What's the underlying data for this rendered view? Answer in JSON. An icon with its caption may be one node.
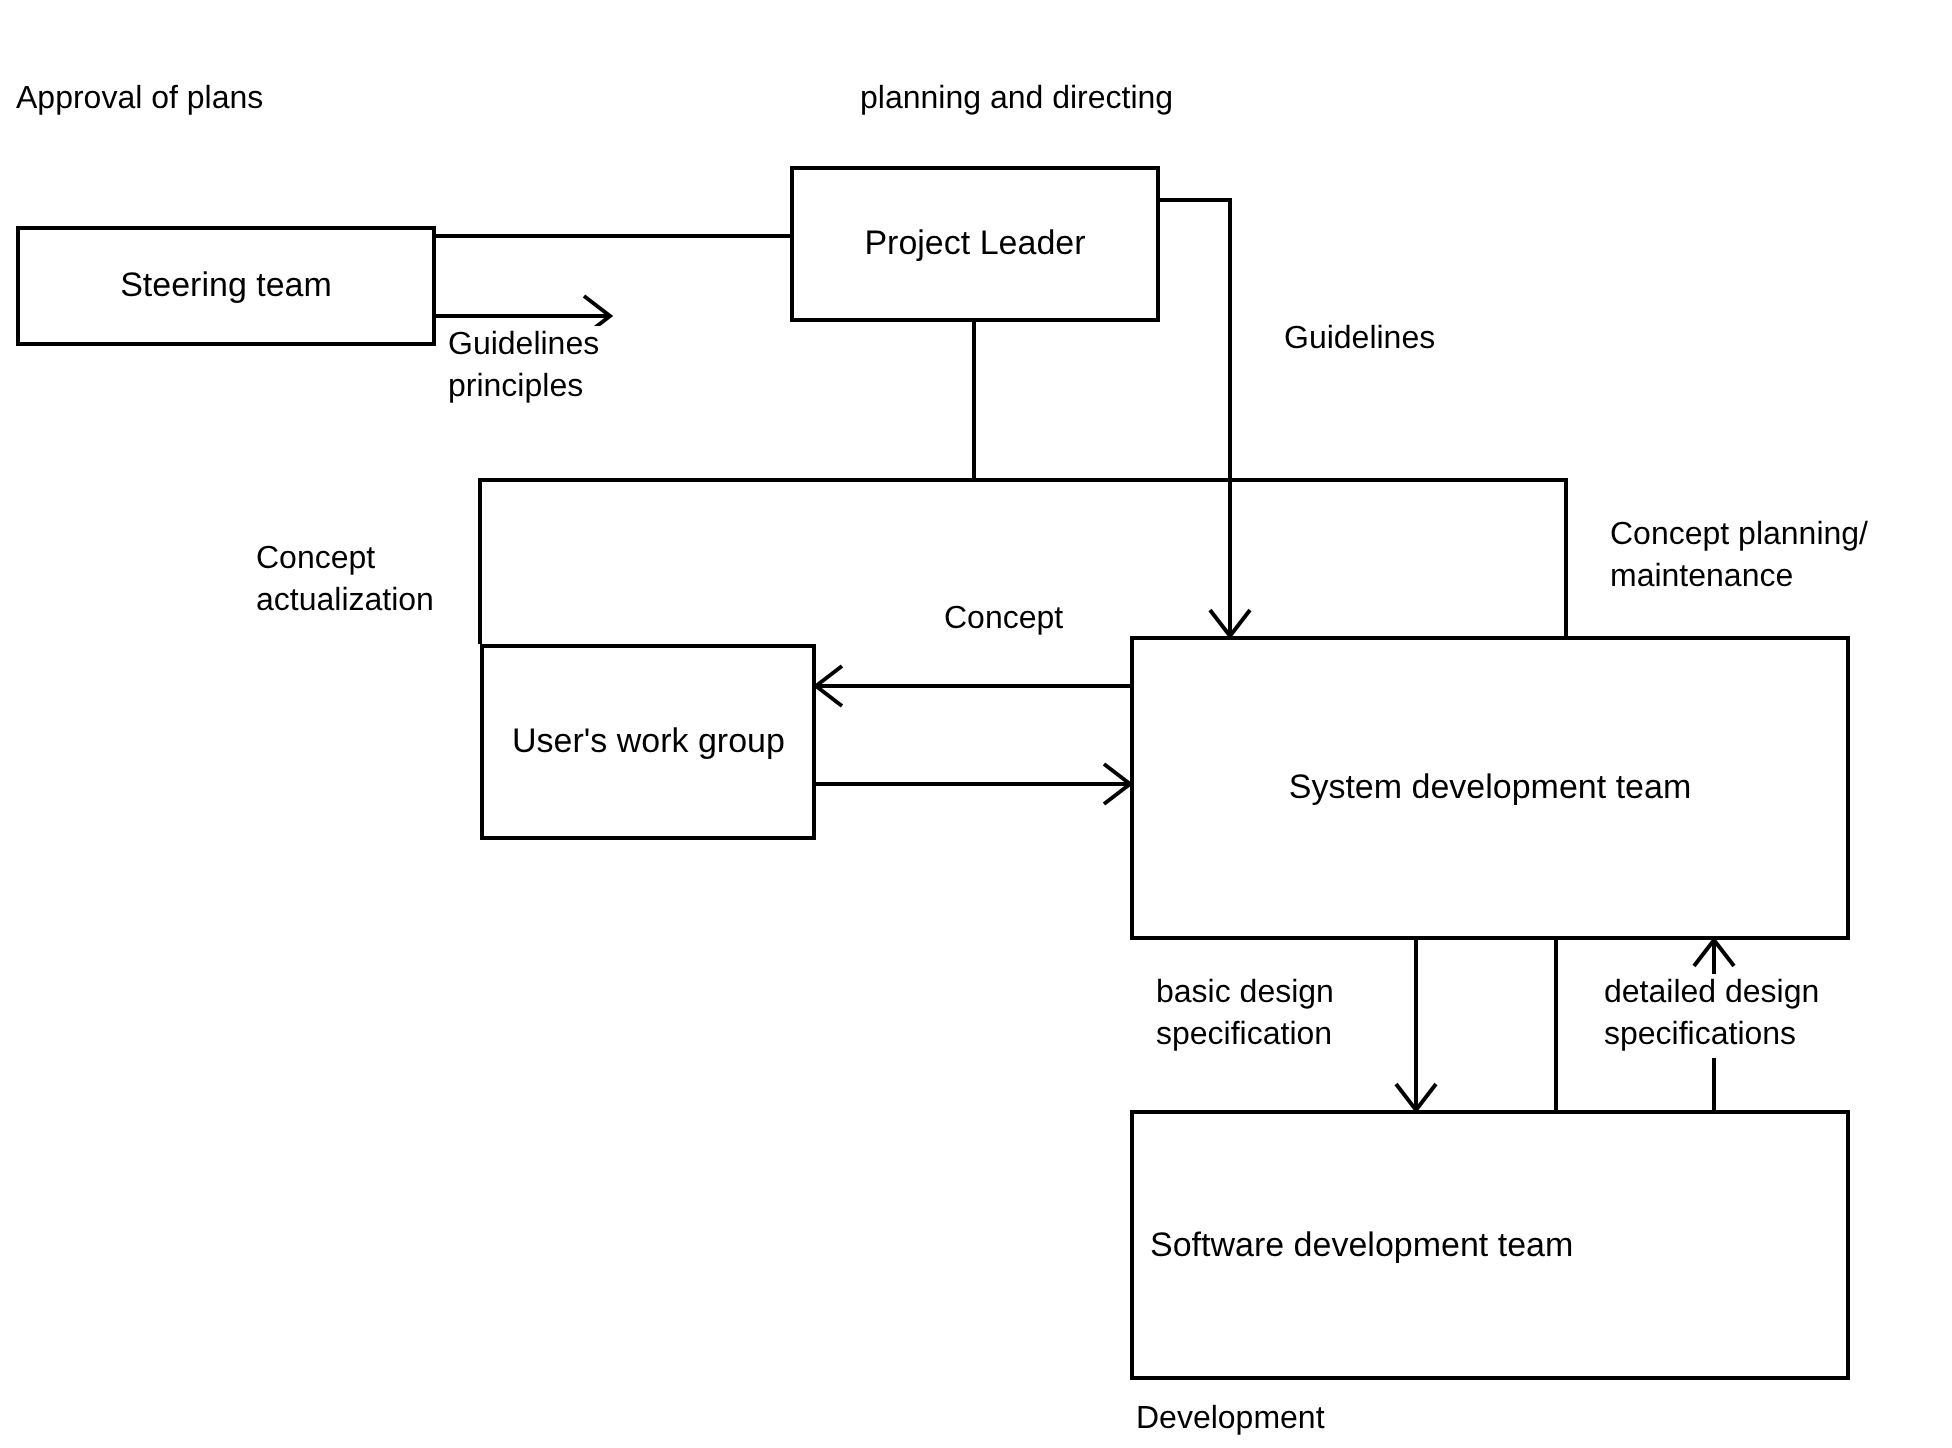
{
  "diagram": {
    "nodes": [
      {
        "text": [
          "Steering team"
        ],
        "beside": [
          "Approval of plans"
        ]
      },
      {
        "text": [
          "Project Leader"
        ],
        "beside": [
          "planning and directing"
        ]
      },
      {
        "text": [
          "User's work group"
        ],
        "beside": [
          "Concept actualization"
        ]
      },
      {
        "text": [
          "System development team"
        ],
        "beside": [
          "Concept planning/ maintenance"
        ]
      },
      {
        "text": [
          "Software development team"
        ],
        "beside": [
          "Development"
        ]
      }
    ],
    "edges": [
      {
        "from": 0,
        "to": 1,
        "arrow": "none"
      },
      {
        "from": 0,
        "to": null,
        "arrow": "to",
        "label": "Guidelines principles"
      },
      {
        "from": 1,
        "to": 3,
        "arrow": "to",
        "label": "Guidelines"
      },
      {
        "from": 1,
        "to": 2,
        "arrow": "none"
      },
      {
        "from": 1,
        "to": 3,
        "arrow": "none"
      },
      {
        "from": 3,
        "to": 2,
        "arrow": "to",
        "label": "Concept"
      },
      {
        "from": 2,
        "to": 3,
        "arrow": "to"
      },
      {
        "from": 3,
        "to": 4,
        "arrow": "to",
        "label": "basic design specification"
      },
      {
        "from": 3,
        "to": 4,
        "arrow": "none"
      },
      {
        "from": 4,
        "to": 3,
        "arrow": "to",
        "label": "detailed design specifications"
      }
    ]
  }
}
